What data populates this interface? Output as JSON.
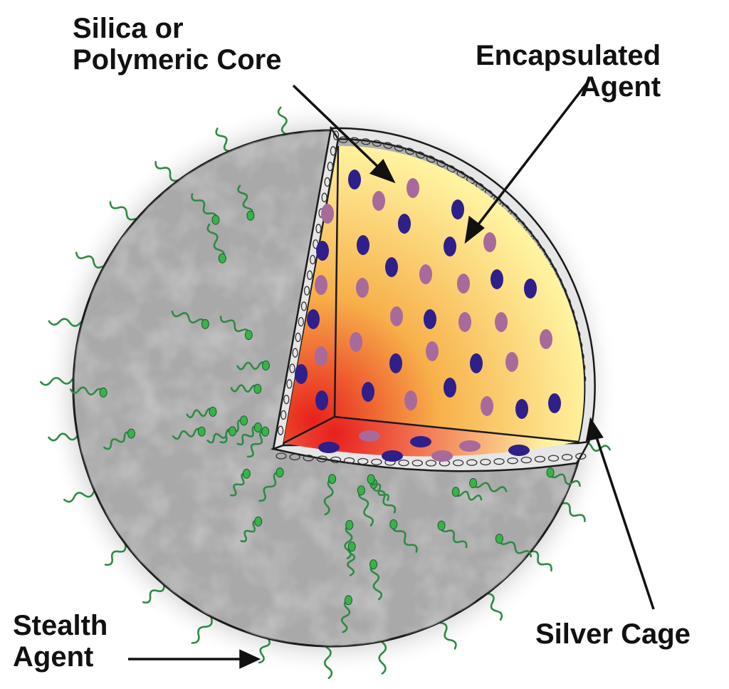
{
  "labels": {
    "core_line1": "Silica or",
    "core_line2": "Polymeric Core",
    "agent_line1": "Encapsulated",
    "agent_line2": "Agent",
    "silver": "Silver Cage",
    "stealth_line1": "Stealth",
    "stealth_line2": "Agent"
  },
  "colors": {
    "shell_gray": "#8f8f8f",
    "core_hot": "#e8201c",
    "core_warm": "#f7b04a",
    "core_pale": "#fff3a0",
    "dot_dark": "#2f1f8a",
    "dot_light": "#a86a9a",
    "stealth_green": "#2e8a45",
    "stealth_head": "#37b34a",
    "outline": "#222222"
  }
}
